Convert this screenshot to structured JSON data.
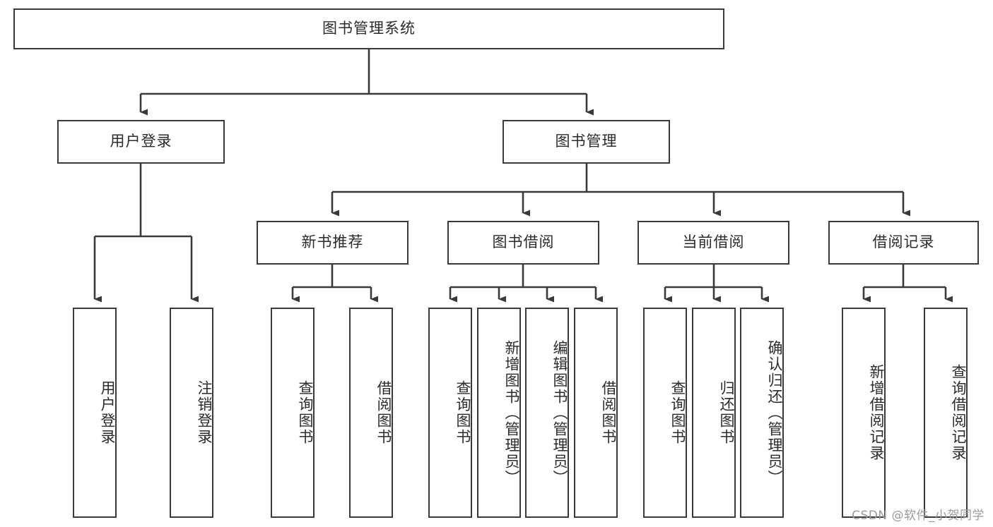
{
  "diagram": {
    "title": "图书管理系统",
    "type": "hierarchy-tree",
    "root": {
      "label": "图书管理系统"
    },
    "level2": [
      {
        "label": "用户登录"
      },
      {
        "label": "图书管理"
      }
    ],
    "level3": [
      {
        "label": "新书推荐"
      },
      {
        "label": "图书借阅"
      },
      {
        "label": "当前借阅"
      },
      {
        "label": "借阅记录"
      }
    ],
    "leaves": {
      "user_login": [
        {
          "label": "用户登录"
        },
        {
          "label": "注销登录"
        }
      ],
      "new_book_recommend": [
        {
          "label": "查询图书"
        },
        {
          "label": "借阅图书"
        }
      ],
      "book_borrow": [
        {
          "label": "查询图书"
        },
        {
          "label": "新增图书（管理员）"
        },
        {
          "label": "编辑图书（管理员）"
        },
        {
          "label": "借阅图书"
        }
      ],
      "current_borrow": [
        {
          "label": "查询图书"
        },
        {
          "label": "归还图书"
        },
        {
          "label": "确认归还（管理员）"
        }
      ],
      "borrow_record": [
        {
          "label": "新增借阅记录"
        },
        {
          "label": "查询借阅记录"
        }
      ]
    }
  },
  "watermark": {
    "text": "CSDN @软件_小贺同学"
  },
  "colors": {
    "stroke": "#3a3a3a",
    "text": "#2b2b2b",
    "background": "#ffffff",
    "watermark": "#9a9a9a"
  }
}
